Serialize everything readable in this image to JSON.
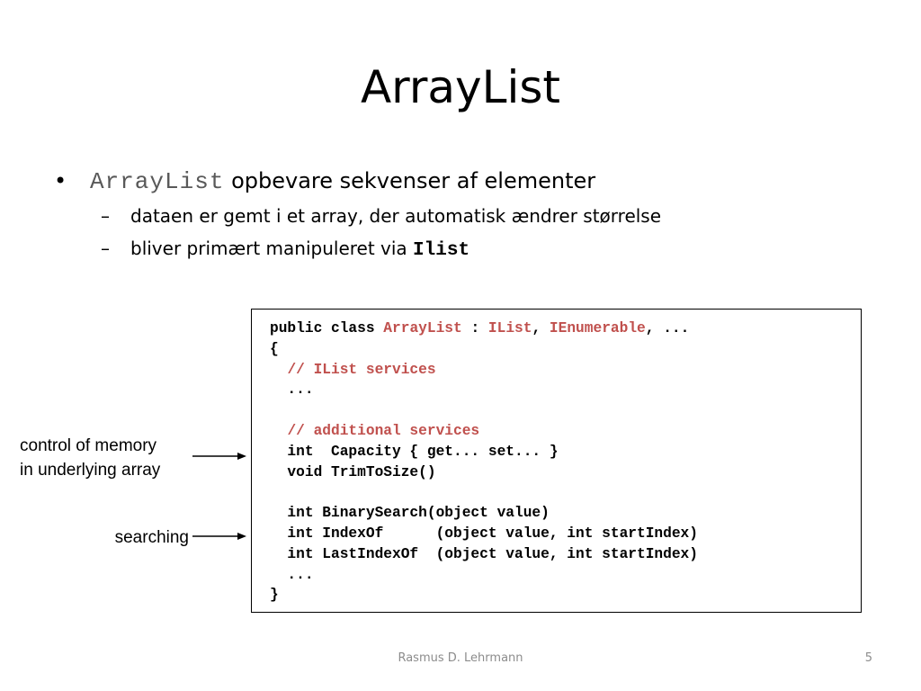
{
  "slide": {
    "title": "ArrayList",
    "bullet": {
      "marker": "•",
      "code": "ArrayList",
      "text": " opbevare sekvenser af elementer"
    },
    "sub_bullets": [
      {
        "marker": "–",
        "text": "dataen er gemt i et array, der automatisk ændrer størrelse",
        "code": ""
      },
      {
        "marker": "–",
        "text": "bliver primært manipuleret via ",
        "code": "Ilist"
      }
    ]
  },
  "code_box": {
    "lines": [
      [
        {
          "t": "public class "
        },
        {
          "t": "ArrayList",
          "red": true
        },
        {
          "t": " : "
        },
        {
          "t": "IList",
          "red": true
        },
        {
          "t": ", "
        },
        {
          "t": "IEnumerable",
          "red": true
        },
        {
          "t": ", ..."
        }
      ],
      [
        {
          "t": "{"
        }
      ],
      [
        {
          "t": "  "
        },
        {
          "t": "// IList services",
          "red": true
        }
      ],
      [
        {
          "t": "  ..."
        }
      ],
      [
        {
          "t": ""
        }
      ],
      [
        {
          "t": "  "
        },
        {
          "t": "// additional services",
          "red": true
        }
      ],
      [
        {
          "t": "  int  Capacity { get... set... }"
        }
      ],
      [
        {
          "t": "  void TrimToSize()"
        }
      ],
      [
        {
          "t": ""
        }
      ],
      [
        {
          "t": "  int BinarySearch(object value)"
        }
      ],
      [
        {
          "t": "  int IndexOf      (object value, int startIndex)"
        }
      ],
      [
        {
          "t": "  int LastIndexOf  (object value, int startIndex)"
        }
      ],
      [
        {
          "t": "  ..."
        }
      ],
      [
        {
          "t": "}"
        }
      ]
    ],
    "colors": {
      "keyword_red": "#c0504d",
      "text": "#000000"
    }
  },
  "annotations": {
    "memory_line1": "control of memory",
    "memory_line2": "in underlying array",
    "searching": "searching"
  },
  "footer": {
    "author": "Rasmus D. Lehrmann",
    "page": "5"
  }
}
